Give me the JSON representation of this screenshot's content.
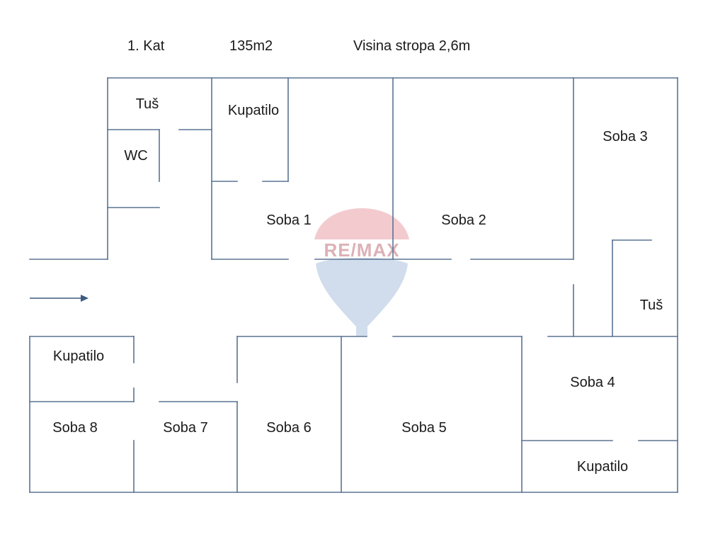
{
  "header": {
    "floor": "1. Kat",
    "area": "135m2",
    "ceiling": "Visina stropa 2,6m"
  },
  "watermark": {
    "text": "RE/MAX",
    "red": "#e8a0a6",
    "blue": "#b9cce3"
  },
  "rooms": {
    "tus_top": "Tuš",
    "wc": "WC",
    "kupatilo_top": "Kupatilo",
    "soba1": "Soba 1",
    "soba2": "Soba 2",
    "soba3": "Soba 3",
    "tus_right": "Tuš",
    "kupatilo_left": "Kupatilo",
    "soba4": "Soba 4",
    "soba5": "Soba 5",
    "soba6": "Soba 6",
    "soba7": "Soba 7",
    "soba8": "Soba 8",
    "kupatilo_bottom": "Kupatilo"
  },
  "colors": {
    "wall": "#5a7393",
    "arrow": "#3d5a80"
  }
}
